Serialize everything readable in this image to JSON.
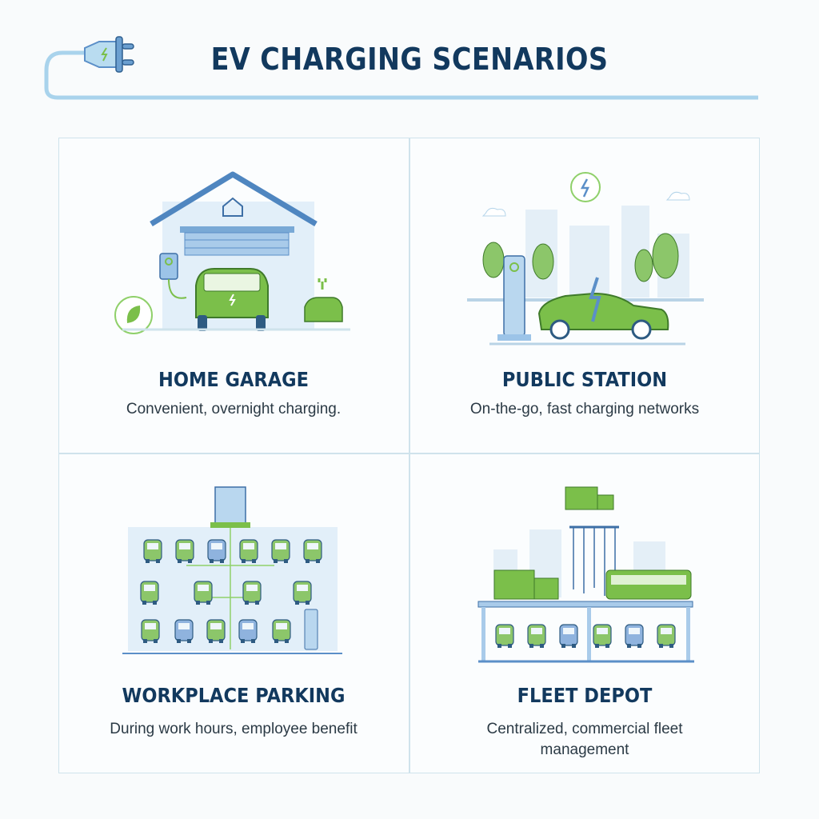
{
  "header": {
    "title": "EV CHARGING SCENARIOS",
    "icon": "plug-icon"
  },
  "colors": {
    "navy": "#12395e",
    "green": "#7bbf4a",
    "blue": "#5b8fc8",
    "lightblue": "#dcecf7"
  },
  "panels": [
    {
      "title": "HOME GARAGE",
      "description": "Convenient, overnight charging."
    },
    {
      "title": "PUBLIC STATION",
      "description": "On-the-go, fast charging networks"
    },
    {
      "title": "WORKPLACE PARKING",
      "description": "During work hours, employee benefit"
    },
    {
      "title": "FLEET DEPOT",
      "description": "Centralized, commercial fleet management"
    }
  ]
}
